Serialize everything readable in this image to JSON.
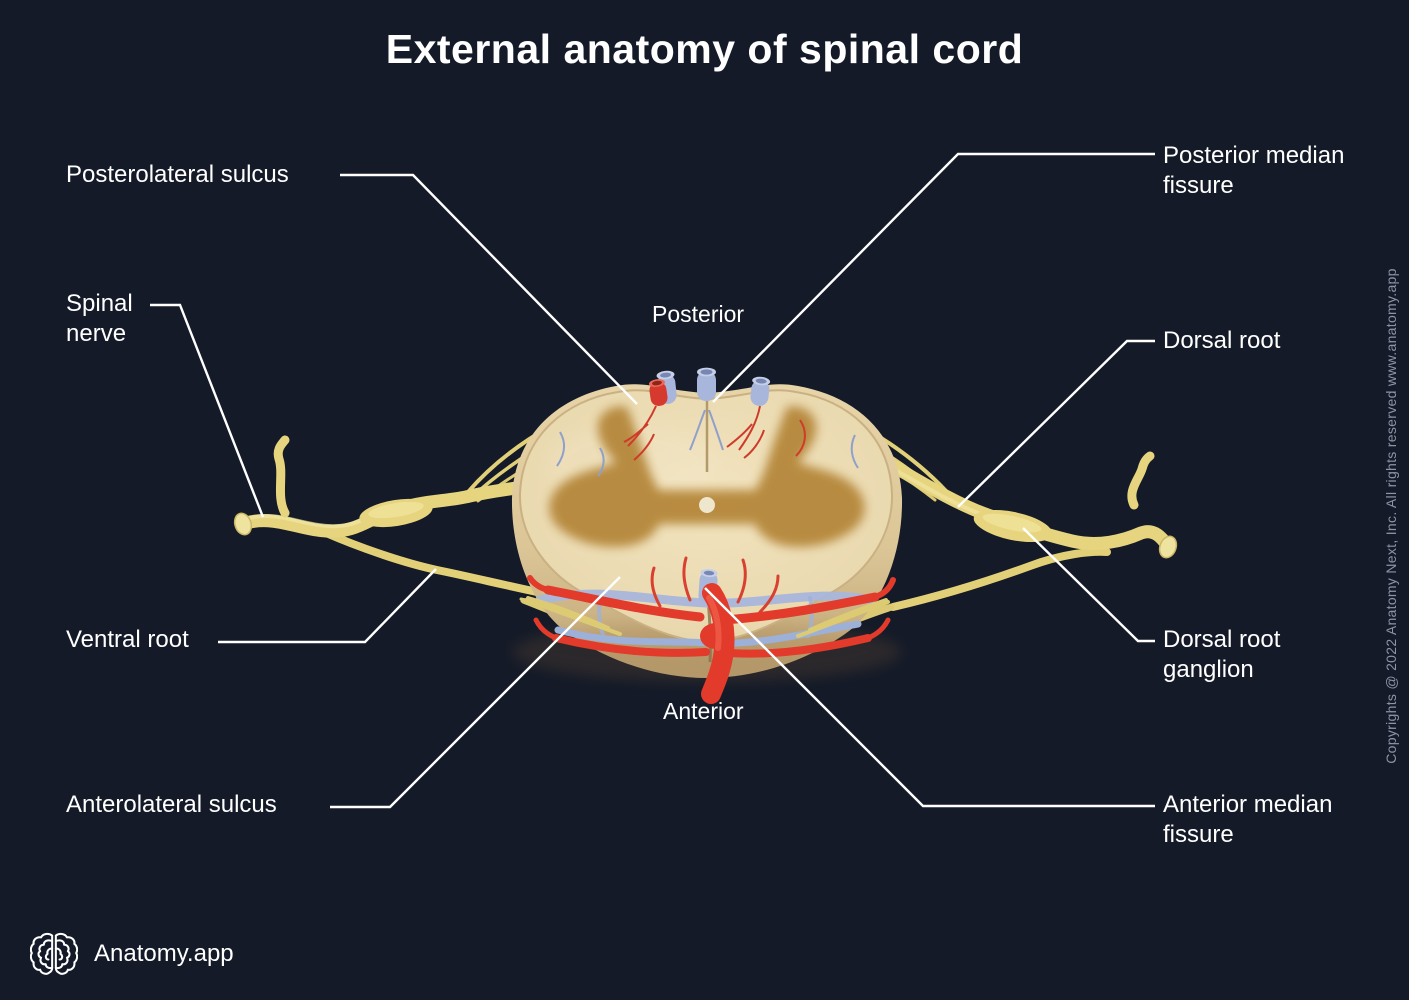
{
  "title": "External anatomy of spinal cord",
  "brand": {
    "name": "Anatomy.app",
    "icon": "brain-outline-icon"
  },
  "watermark": "Copyrights @ 2022 Anatomy Next, Inc. All rights reserved www.anatomy.app",
  "orientation": {
    "posterior": "Posterior",
    "anterior": "Anterior"
  },
  "labels": [
    {
      "id": "posterolateral-sulcus",
      "text": "Posterolateral sulcus"
    },
    {
      "id": "posterior-median-fissure",
      "text": "Posterior median fissure"
    },
    {
      "id": "spinal-nerve",
      "text": "Spinal nerve"
    },
    {
      "id": "dorsal-root",
      "text": "Dorsal root"
    },
    {
      "id": "ventral-root",
      "text": "Ventral root"
    },
    {
      "id": "dorsal-root-ganglion",
      "text": "Dorsal root ganglion"
    },
    {
      "id": "anterolateral-sulcus",
      "text": "Anterolateral sulcus"
    },
    {
      "id": "anterior-median-fissure",
      "text": "Anterior median fissure"
    }
  ],
  "colors": {
    "background": "#141a28",
    "label_text": "#ffffff",
    "leader_line": "#ffffff",
    "watermark_text": "#8d94a6",
    "cord_cream": "#ecdbb2",
    "gray_matter": "#b5873a",
    "nerve_yellow": "#e7d57f",
    "artery_red": "#e23a2b",
    "vein_blue": "#a9b6db"
  }
}
